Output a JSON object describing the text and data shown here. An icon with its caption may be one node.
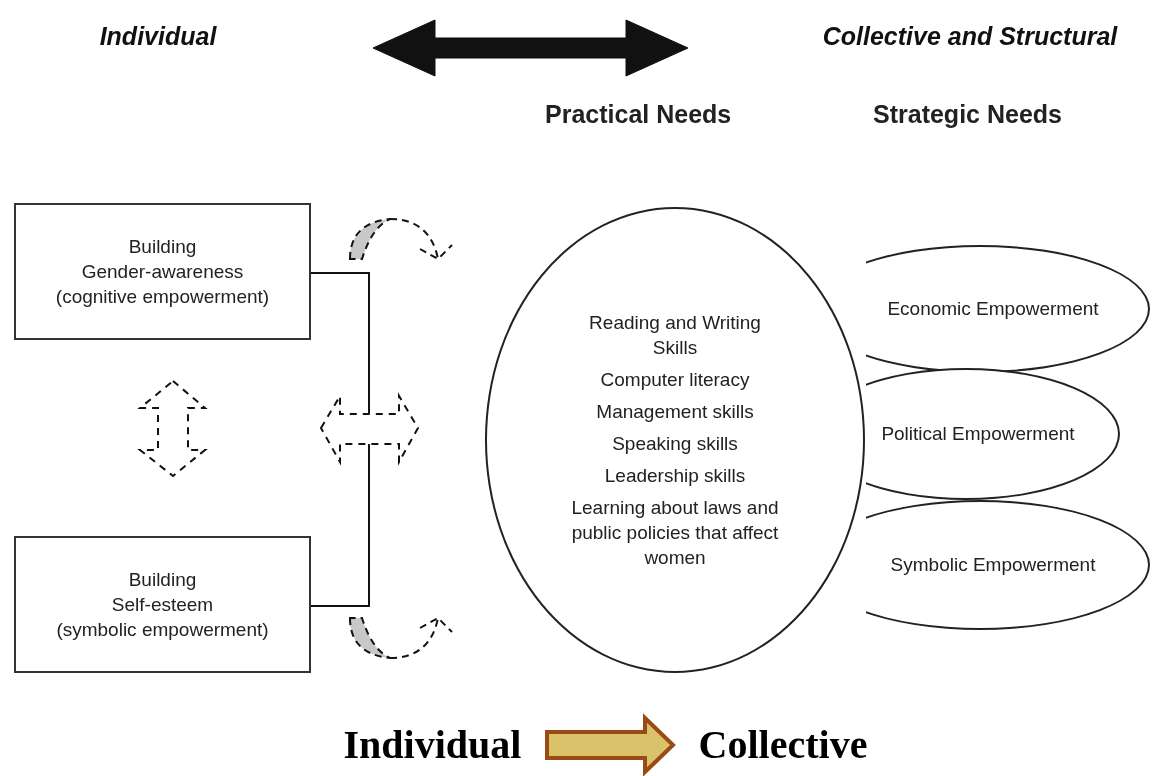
{
  "diagram": {
    "nodes": [
      {
        "text": [
          "Individual"
        ]
      },
      {
        "text": [
          "Collective and Structural"
        ]
      },
      {
        "text": [
          "Building",
          "Gender-awareness",
          "(cognitive empowerment)"
        ]
      },
      {
        "text": [
          "Building",
          "Self-esteem",
          "(symbolic empowerment)"
        ]
      },
      {
        "text": [
          "Reading and Writing Skills",
          "Computer literacy",
          "Management skills",
          "Speaking skills",
          "Leadership skills",
          "Learning about laws and public policies that affect women"
        ]
      },
      {
        "text": [
          "Economic Empowerment"
        ]
      },
      {
        "text": [
          "Political Empowerment"
        ]
      },
      {
        "text": [
          "Symbolic Empowerment"
        ]
      },
      {
        "text": [
          "Individual"
        ]
      },
      {
        "text": [
          "Collective"
        ]
      }
    ],
    "edges": [
      {
        "from": 0,
        "to": 1,
        "arrow": "both",
        "style": "thick"
      },
      {
        "from": 2,
        "to": 3,
        "arrow": "none"
      },
      {
        "from": 8,
        "to": 9,
        "arrow": "to",
        "style": "thick",
        "color": "#9a4a14"
      }
    ],
    "labels": [
      "Practical Needs",
      "Strategic Needs"
    ]
  }
}
